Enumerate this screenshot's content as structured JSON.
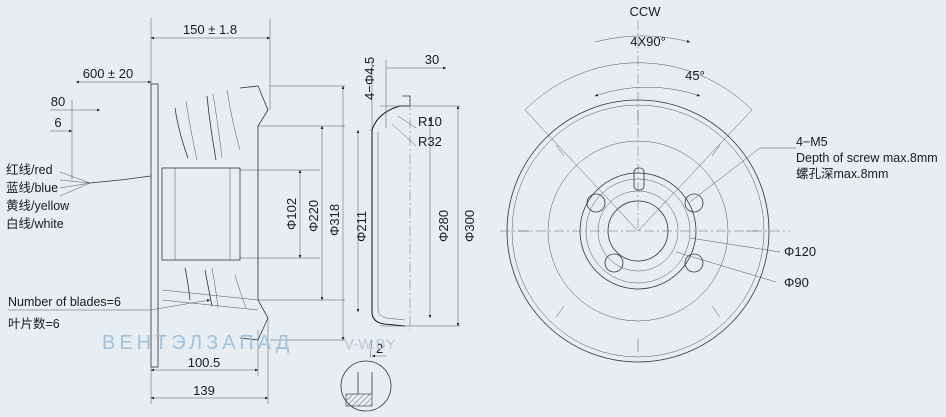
{
  "side_view": {
    "dim_width": "150 ± 1.8",
    "dim_cable": "600 ± 20",
    "dim_strip": "80",
    "dim_tip": "6",
    "dim_d102": "Φ102",
    "dim_d220": "Φ220",
    "dim_d318": "Φ318",
    "dim_1005": "100.5",
    "dim_139": "139",
    "wire_red": "红线/red",
    "wire_blue": "蓝线/blue",
    "wire_yellow": "黄线/yellow",
    "wire_white": "白线/white",
    "blades_en": "Number of blades=6",
    "blades_cn": "叶片数=6"
  },
  "section_view": {
    "dim_holes": "4−Φ4.5",
    "dim_30": "30",
    "dim_r10": "R10",
    "dim_r32": "R32",
    "dim_d211": "Φ211",
    "dim_d280": "Φ280",
    "dim_d300": "Φ300",
    "dim_2": "2"
  },
  "front_view": {
    "rotation": "CCW",
    "pattern": "4X90°",
    "angle": "45°",
    "screw": "4−M5",
    "screw_depth_en": "Depth of screw max.8mm",
    "screw_depth_cn": "螺孔深max.8mm",
    "dim_d120": "Φ120",
    "dim_d90": "Φ90"
  },
  "watermark": {
    "brand": "ВЕНТЭЛЗАПАД",
    "site": "V-W.BY"
  }
}
